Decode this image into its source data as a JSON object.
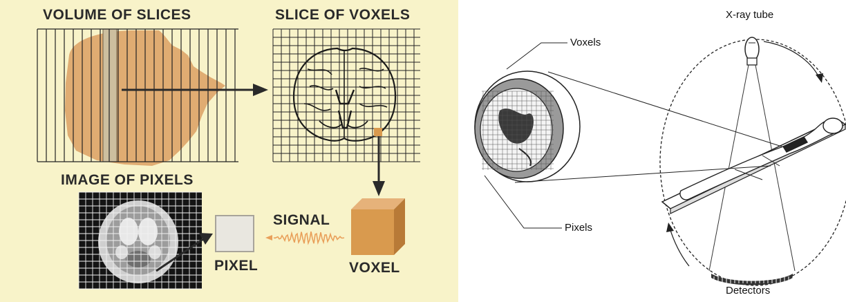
{
  "left_diagram": {
    "title_volume": "VOLUME OF SLICES",
    "title_slice": "SLICE OF VOXELS",
    "title_image": "IMAGE OF PIXELS",
    "label_signal": "SIGNAL",
    "label_pixel": "PIXEL",
    "label_voxel": "VOXEL"
  },
  "right_diagram": {
    "label_xray_tube": "X-ray tube",
    "label_voxels": "Voxels",
    "label_pixels": "Pixels",
    "label_detectors": "Detectors"
  },
  "colors": {
    "left_background": "#f8f3c9",
    "head_silhouette": "#e0ac72",
    "voxel_cube": "#d99a4e",
    "grid_lines": "#222222",
    "arrow": "#2a2a2a",
    "signal_wave": "#e9a05a"
  }
}
